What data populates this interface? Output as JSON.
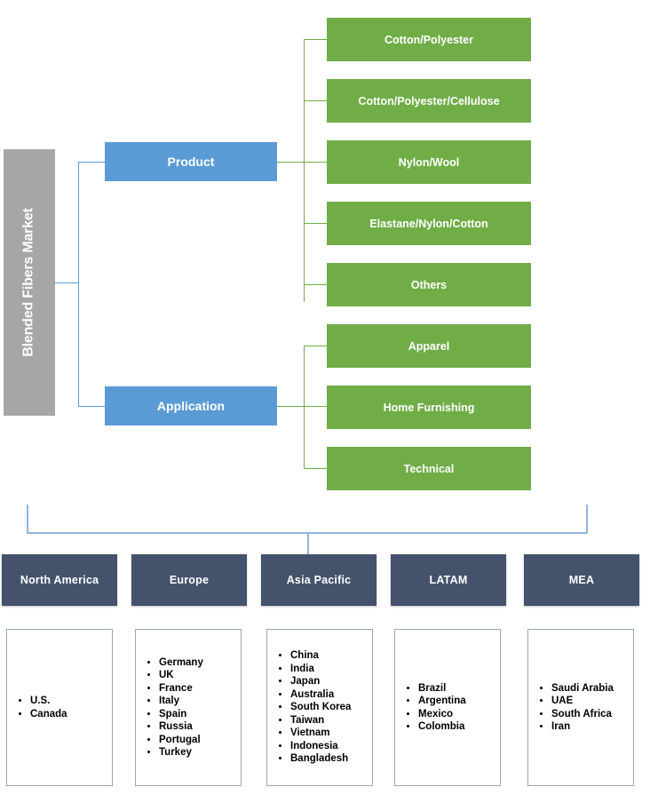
{
  "diagram": {
    "title": "Blended Fibers Market",
    "root": {
      "label": "Blended Fibers Market",
      "color": "#a6a6a6"
    },
    "categories": [
      {
        "label": "Product",
        "color": "#5b9bd5"
      },
      {
        "label": "Application",
        "color": "#5b9bd5"
      }
    ],
    "product_segments": [
      {
        "label": "Cotton/Polyester"
      },
      {
        "label": "Cotton/Polyester/Cellulose"
      },
      {
        "label": "Nylon/Wool"
      },
      {
        "label": "Elastane/Nylon/Cotton"
      },
      {
        "label": "Others"
      }
    ],
    "application_segments": [
      {
        "label": "Apparel"
      },
      {
        "label": "Home Furnishing"
      },
      {
        "label": "Technical"
      }
    ],
    "segment_color": "#70ad47",
    "region_header_color": "#44526c",
    "connector_colors": {
      "blue": "#5b9bd5",
      "green": "#70ad47",
      "region": "#8eb4e3"
    },
    "regions": [
      {
        "label": "North America",
        "countries": [
          "U.S.",
          "Canada"
        ]
      },
      {
        "label": "Europe",
        "countries": [
          "Germany",
          "UK",
          "France",
          "Italy",
          "Spain",
          "Russia",
          "Portugal",
          "Turkey"
        ]
      },
      {
        "label": "Asia Pacific",
        "countries": [
          "China",
          "India",
          "Japan",
          "Australia",
          "South Korea",
          "Taiwan",
          "Vietnam",
          "Indonesia",
          "Bangladesh"
        ]
      },
      {
        "label": "LATAM",
        "countries": [
          "Brazil",
          "Argentina",
          "Mexico",
          "Colombia"
        ]
      },
      {
        "label": "MEA",
        "countries": [
          "Saudi Arabia",
          "UAE",
          "South Africa",
          "Iran"
        ]
      }
    ]
  }
}
